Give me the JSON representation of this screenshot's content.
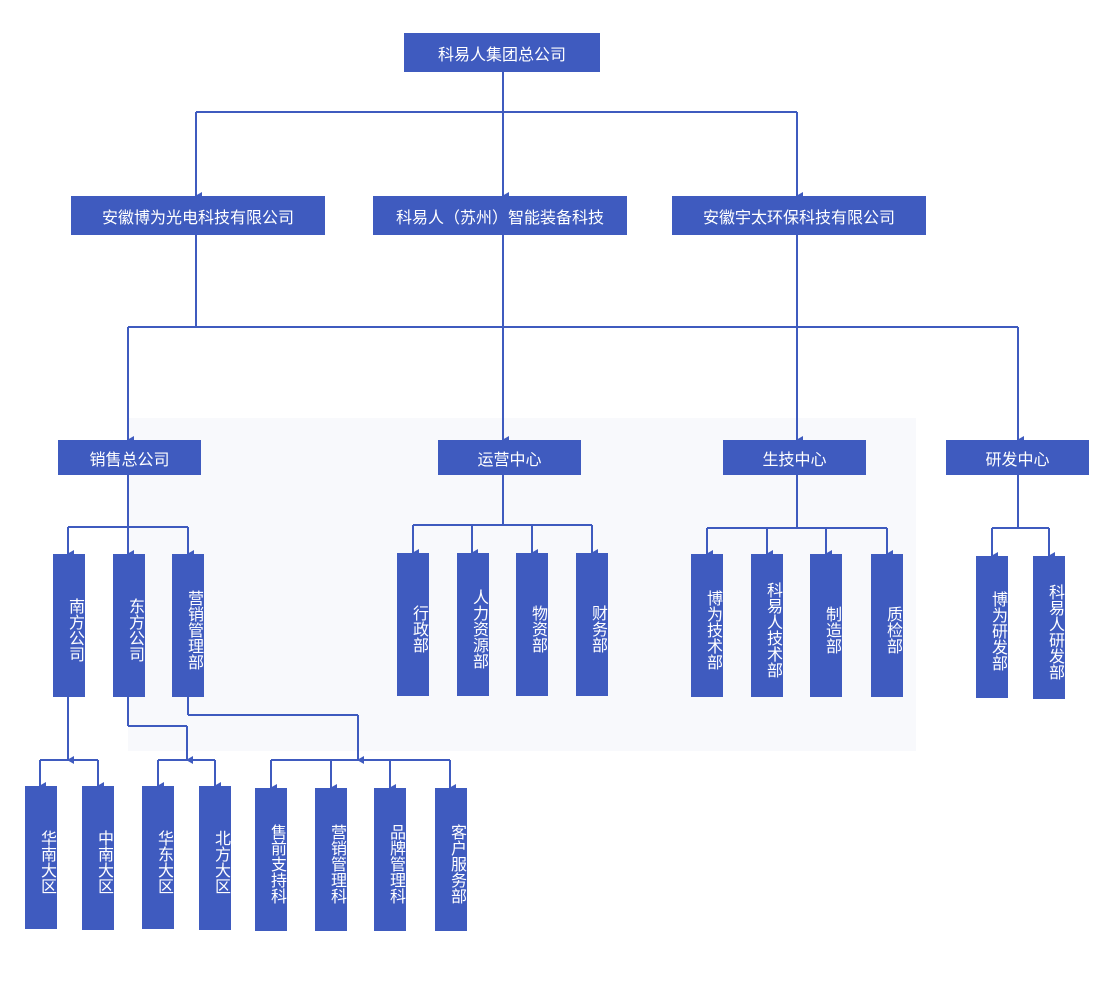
{
  "colors": {
    "box": "#3f5bbf",
    "line": "#3f5bbf",
    "panel": "#f8f9fc"
  },
  "nodes": {
    "root": "科易人集团总公司",
    "company_guangdian": "安徽博为光电科技有限公司",
    "company_suzhou": "科易人（苏州）智能装备科技",
    "company_yutai": "安徽宇太环保科技有限公司",
    "sales_hq": "销售总公司",
    "operations_center": "运营中心",
    "production_center": "生技中心",
    "rd_center": "研发中心",
    "south_company": "南方公司",
    "east_company": "东方公司",
    "marketing_mgmt": "营销管理部",
    "admin_dept": "行政部",
    "hr_dept": "人力资源部",
    "logistics_dept": "物资部",
    "finance_dept": "财务部",
    "bowei_tech_dept": "博为技术部",
    "keyiren_tech_dept": "科易人技术部",
    "manufacturing_dept": "制造部",
    "quality_dept": "质检部",
    "bowei_rd_dept": "博为研发部",
    "keyiren_rd_dept": "科易人研发部",
    "south_china_region": "华南大区",
    "central_south_region": "中南大区",
    "east_china_region": "华东大区",
    "north_region": "北方大区",
    "presales_section": "售前支持科",
    "marketing_section": "营销管理科",
    "brand_section": "品牌管理科",
    "customer_service_dept": "客户服务部"
  }
}
